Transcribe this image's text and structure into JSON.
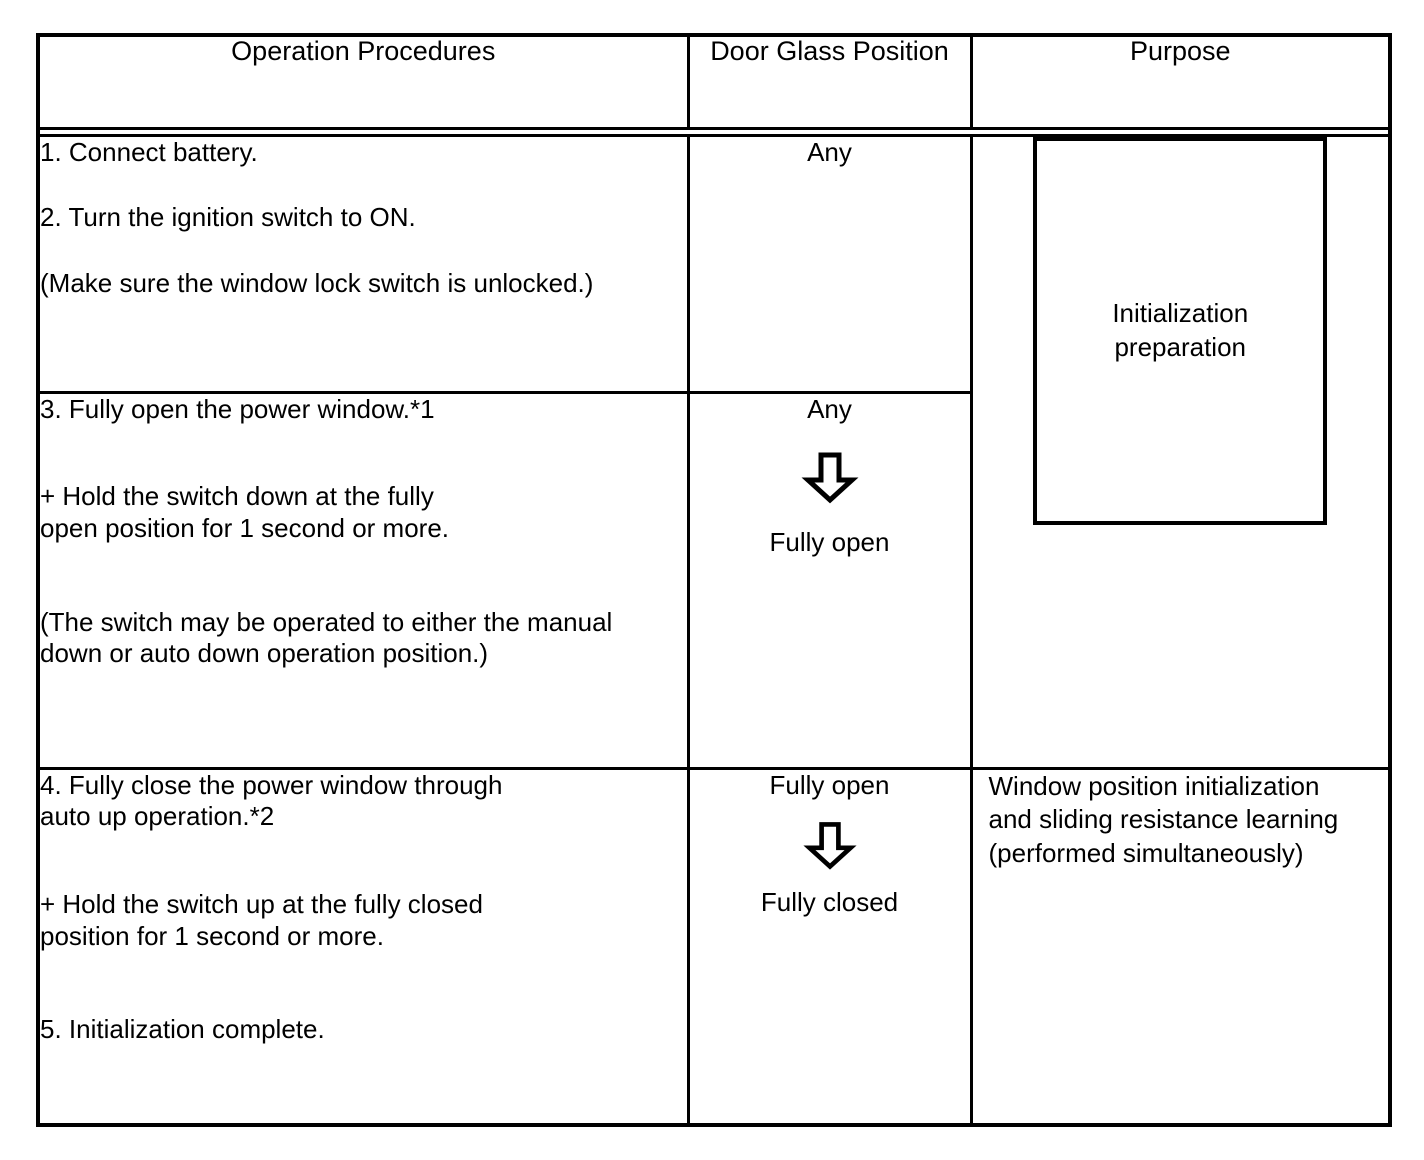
{
  "table": {
    "headers": [
      {
        "label": "Operation Procedures"
      },
      {
        "label": "Door Glass Position"
      },
      {
        "label": "Purpose"
      }
    ],
    "rows": [
      {
        "procedures": {
          "step_1": "1. Connect battery.",
          "step_2": "2. Turn the ignition switch to ON.",
          "note_1": "(Make sure the window lock switch is unlocked.)"
        },
        "door_glass": {
          "from": "Any",
          "arrow": "",
          "to": ""
        },
        "purpose": {
          "boxed_text": "Initialization\npreparation"
        }
      },
      {
        "procedures": {
          "step_3": "3. Fully open the power window.*1",
          "hold": "+ Hold the switch down at the fully\nopen position for 1 second or more.",
          "note_2": "(The switch may be operated to either the manual\ndown or auto down operation position.)"
        },
        "door_glass": {
          "from": "Any",
          "arrow": "down-block-arrow",
          "to": "Fully open"
        }
      },
      {
        "procedures": {
          "step_4": "4. Fully close the power window through\nauto up operation.*2",
          "hold": "+ Hold the switch up at the fully closed\nposition for 1 second or more.",
          "step_5": "5. Initialization complete."
        },
        "door_glass": {
          "from": "Fully open",
          "arrow": "down-block-arrow",
          "to": "Fully closed"
        },
        "purpose": {
          "text": "Window position initialization\nand sliding resistance learning\n(performed simultaneously)"
        }
      }
    ]
  },
  "colors": {
    "ink": "#000000",
    "paper": "#ffffff"
  }
}
